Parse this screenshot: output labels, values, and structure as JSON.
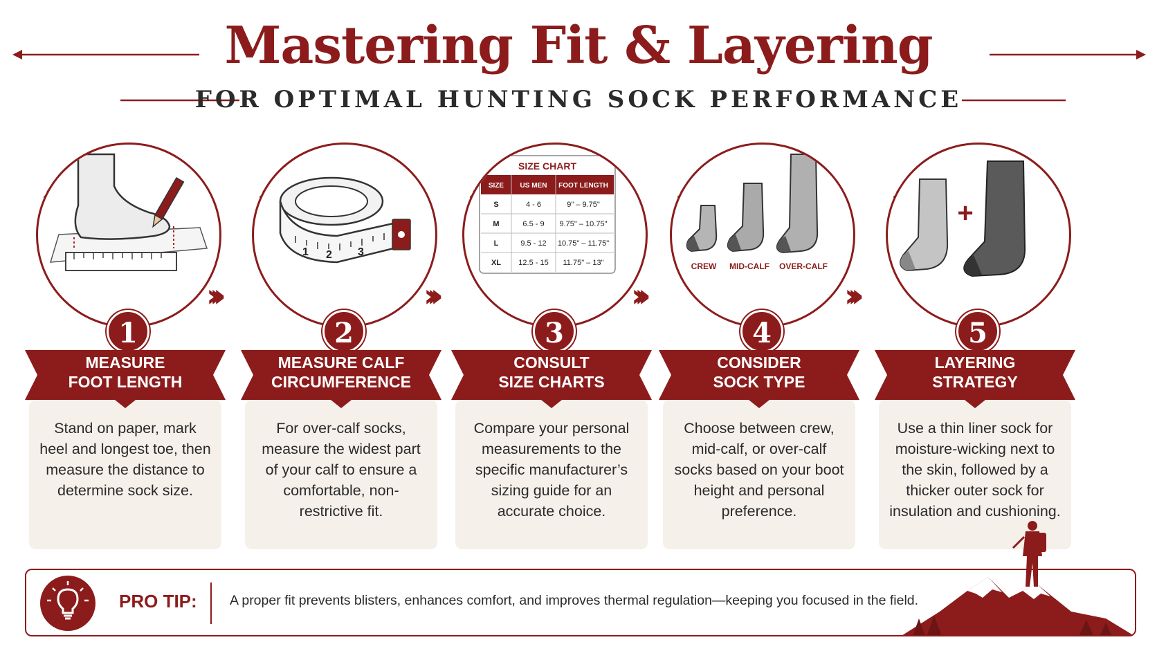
{
  "header": {
    "title": "Mastering Fit & Layering",
    "subtitle": "FOR OPTIMAL HUNTING SOCK PERFORMANCE"
  },
  "colors": {
    "accent": "#8c1c1c",
    "card": "#f5f0ea",
    "text": "#2a2a2a"
  },
  "steps": [
    {
      "number": "1",
      "title_line1": "MEASURE",
      "title_line2": "FOOT LENGTH",
      "description": "Stand on paper, mark heel and longest toe, then measure the distance to determine sock size.",
      "illustration": "foot-measuring-icon"
    },
    {
      "number": "2",
      "title_line1": "MEASURE CALF",
      "title_line2": "CIRCUMFERENCE",
      "description": "For over-calf socks, measure the widest part of your calf to ensure a comfortable, non-restrictive fit.",
      "illustration": "tape-measure-icon",
      "tape_numbers": [
        "1",
        "2",
        "3"
      ]
    },
    {
      "number": "3",
      "title_line1": "CONSULT",
      "title_line2": "SIZE CHARTS",
      "description": "Compare your personal measurements to the specific manufacturer’s sizing guide for an accurate choice.",
      "illustration": "size-chart-icon",
      "size_chart": {
        "title": "SIZE CHART",
        "headers": [
          "SIZE",
          "US MEN",
          "FOOT LENGTH"
        ],
        "rows": [
          [
            "S",
            "4 - 6",
            "9\" – 9.75\""
          ],
          [
            "M",
            "6.5 - 9",
            "9.75\" – 10.75\""
          ],
          [
            "L",
            "9.5 - 12",
            "10.75\" – 11.75\""
          ],
          [
            "XL",
            "12.5 - 15",
            "11.75\" – 13\""
          ]
        ]
      }
    },
    {
      "number": "4",
      "title_line1": "CONSIDER",
      "title_line2": "SOCK TYPE",
      "description": "Choose between crew, mid-calf, or over-calf socks based on your boot height and personal preference.",
      "illustration": "sock-types-icon",
      "sock_labels": [
        "CREW",
        "MID-CALF",
        "OVER-CALF"
      ]
    },
    {
      "number": "5",
      "title_line1": "LAYERING",
      "title_line2": "STRATEGY",
      "description": "Use a thin liner sock for moisture-wicking next to the skin, followed by a thicker outer sock for insulation and cushioning.",
      "illustration": "layered-socks-icon",
      "plus_sign": "+"
    }
  ],
  "pro_tip": {
    "label": "PRO TIP:",
    "text": "A proper fit prevents blisters, enhances comfort, and improves thermal regulation—keeping you focused in the field.",
    "icon": "lightbulb-icon",
    "scene": "mountain-hunter-icon"
  }
}
